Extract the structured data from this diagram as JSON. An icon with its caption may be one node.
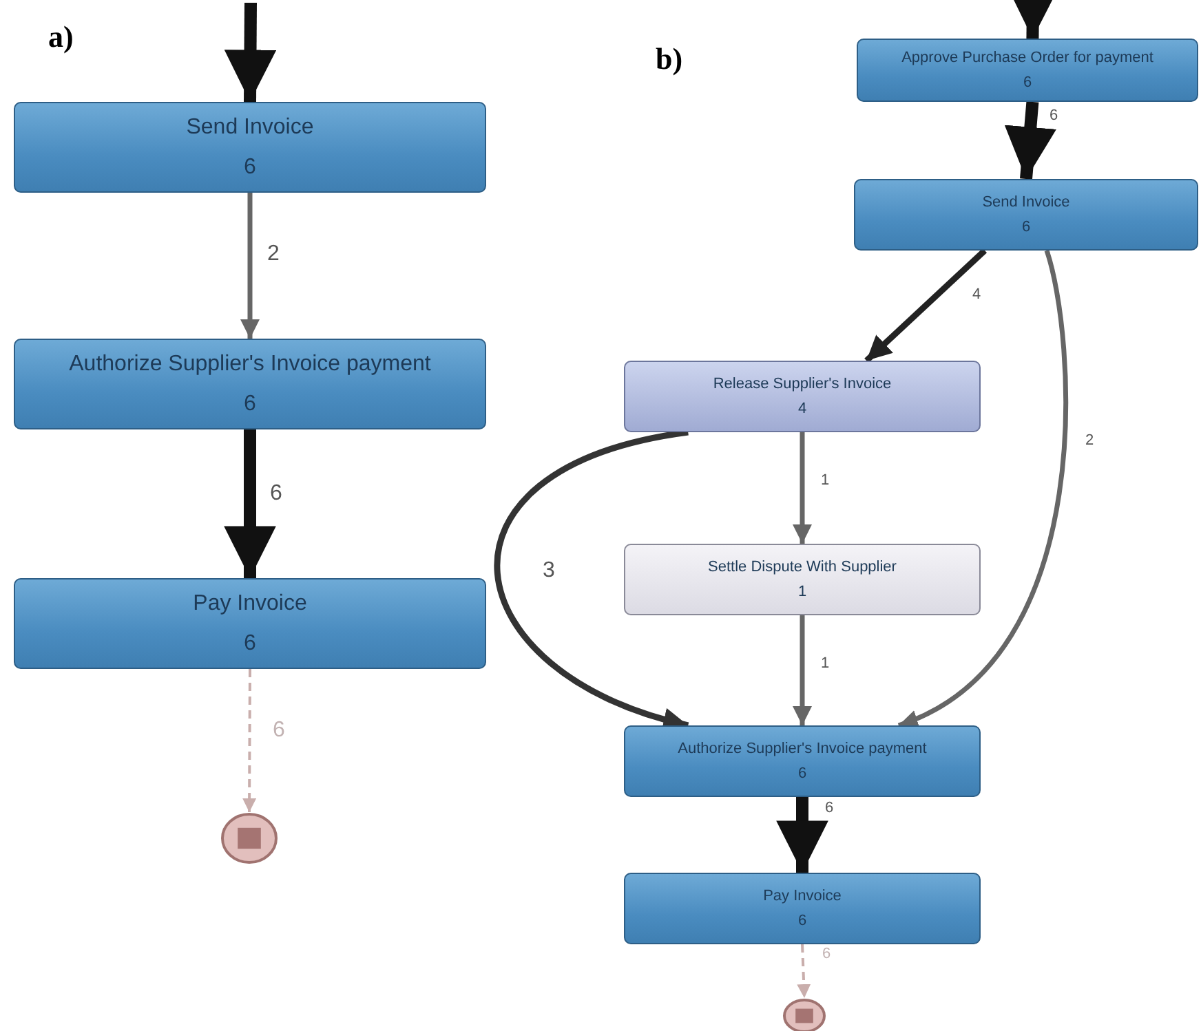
{
  "diagram": {
    "nodes": [
      {
        "text": [
          "Send Invoice",
          "6"
        ]
      },
      {
        "text": [
          "Authorize Supplier's Invoice payment",
          "6"
        ]
      },
      {
        "text": [
          "Pay Invoice",
          "6"
        ]
      },
      {
        "text": [],
        "shape": "circle"
      },
      {
        "text": [
          "Approve Purchase Order for payment",
          "6"
        ]
      },
      {
        "text": [
          "Send Invoice",
          "6"
        ]
      },
      {
        "text": [
          "Release Supplier's Invoice",
          "4"
        ]
      },
      {
        "text": [
          "Settle Dispute With Supplier",
          "1"
        ]
      },
      {
        "text": [
          "Authorize Supplier's Invoice payment",
          "6"
        ]
      },
      {
        "text": [
          "Pay Invoice",
          "6"
        ]
      },
      {
        "text": [],
        "shape": "circle"
      }
    ],
    "edges": [
      {
        "from": null,
        "to": 0,
        "arrow": "to",
        "style": "thick",
        "color": "#111111"
      },
      {
        "from": 0,
        "to": 1,
        "arrow": "to",
        "label": "2"
      },
      {
        "from": 1,
        "to": 2,
        "arrow": "to",
        "label": "6",
        "style": "thick",
        "color": "#111111"
      },
      {
        "from": 2,
        "to": 3,
        "arrow": "to",
        "label": "6",
        "style": "dashed",
        "color": "#c9aeac"
      },
      {
        "from": null,
        "to": 4,
        "arrow": "to",
        "style": "thick",
        "color": "#111111"
      },
      {
        "from": 4,
        "to": 5,
        "arrow": "to",
        "label": "6",
        "style": "thick",
        "color": "#111111"
      },
      {
        "from": 5,
        "to": 6,
        "arrow": "to",
        "label": "4",
        "color": "#222222"
      },
      {
        "from": 5,
        "to": 8,
        "arrow": "to",
        "label": "2"
      },
      {
        "from": 6,
        "to": 7,
        "arrow": "to",
        "label": "1"
      },
      {
        "from": 6,
        "to": 8,
        "arrow": "to",
        "label": "3",
        "color": "#333333"
      },
      {
        "from": 7,
        "to": 8,
        "arrow": "to",
        "label": "1"
      },
      {
        "from": 8,
        "to": 9,
        "arrow": "to",
        "label": "6",
        "style": "thick",
        "color": "#111111"
      },
      {
        "from": 9,
        "to": 10,
        "arrow": "to",
        "label": "6",
        "style": "dashed",
        "color": "#c9aeac"
      }
    ],
    "labels": [
      "a)",
      "b)"
    ]
  }
}
